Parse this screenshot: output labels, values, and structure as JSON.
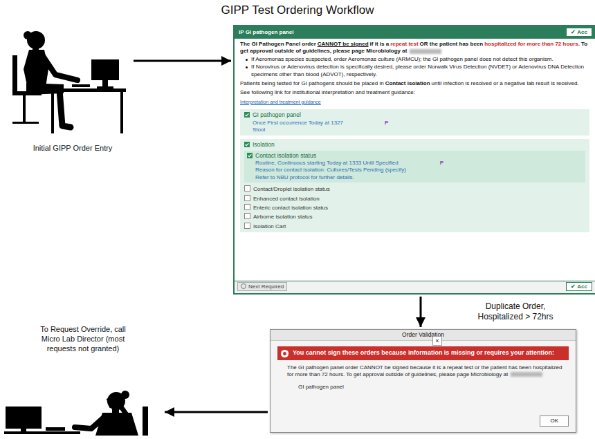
{
  "diagram": {
    "title": "GIPP Test Ordering Workflow",
    "nodes": [
      {
        "text": [
          "Initial GIPP Order Entry"
        ]
      },
      {
        "text": [
          "The GI Pathogen Panel order",
          "CANNOT be signed",
          "if it is a",
          "repeat test",
          "OR the patient has been",
          "hospitalized for more than 72 hours.",
          "To get approval outside of guidelines, please page Microbiology at",
          "If Aeromonas species suspected, order Aeromonas culture (ARMCU); the GI pathogen panel does not detect this organism.",
          "If Norovirus or Adenovirus detection is specifically desired, please order Norwalk Virus Detection (NVDET) or Adenovirus DNA Detection specimens other than blood (ADVOT), respectively.",
          "Patients being tested for GI pathogens should be placed in",
          "Contact isolation",
          "until infection is resolved or a negative lab result is received.",
          "See following link for institutional interpretation and treatment guidance:",
          "Interpretation and treatment guidance"
        ]
      },
      {
        "text": [
          "IP GI pathogen panel",
          "✔ Acc"
        ],
        "in": 1
      },
      {
        "text": [
          "GI pathogen panel",
          "Once First occurrence Today at 1327",
          "Stool",
          "P"
        ],
        "in": 1
      },
      {
        "text": [
          "Isolation",
          "Contact/Droplet isolation status",
          "Enhanced contact isolation",
          "Enteric contact isolation status",
          "Airborne isolation status",
          "Isolation Cart"
        ],
        "in": 1
      },
      {
        "text": [
          "Contact isolation status",
          "Routine, Continuous starting Today at 1333 Until Specified",
          "Reason for contact isolation: Cultures/Tests Pending (specify)",
          "Refer to NBU protocol for further details.",
          "P"
        ],
        "in": 4
      },
      {
        "text": [
          "Next Required",
          "✔ Acc"
        ],
        "in": 1
      },
      {
        "text": [
          "The GI pathogen panel order CANNOT be signed because it is a repeat test or the patient has been hospitalized for more than 72 hours. To get approval outside of guidelines, please page Microbiology at",
          "GI pathogen panel"
        ]
      },
      {
        "text": [
          "Order Validation",
          "×"
        ],
        "in": 7
      },
      {
        "text": [
          "You cannot sign these orders because information is missing or requires your attention:"
        ],
        "in": 7
      },
      {
        "text": [
          "OK"
        ],
        "in": 7
      },
      {
        "text": [
          "To Request Override, call Micro Lab Director (most requests not granted)"
        ]
      }
    ],
    "edges": [
      {
        "from": 0,
        "to": 1,
        "arrow": "to"
      },
      {
        "from": 1,
        "to": 7,
        "arrow": "to",
        "label": "Duplicate Order, Hospitalized > 72hrs"
      },
      {
        "from": 7,
        "to": 11,
        "arrow": "to"
      }
    ]
  }
}
